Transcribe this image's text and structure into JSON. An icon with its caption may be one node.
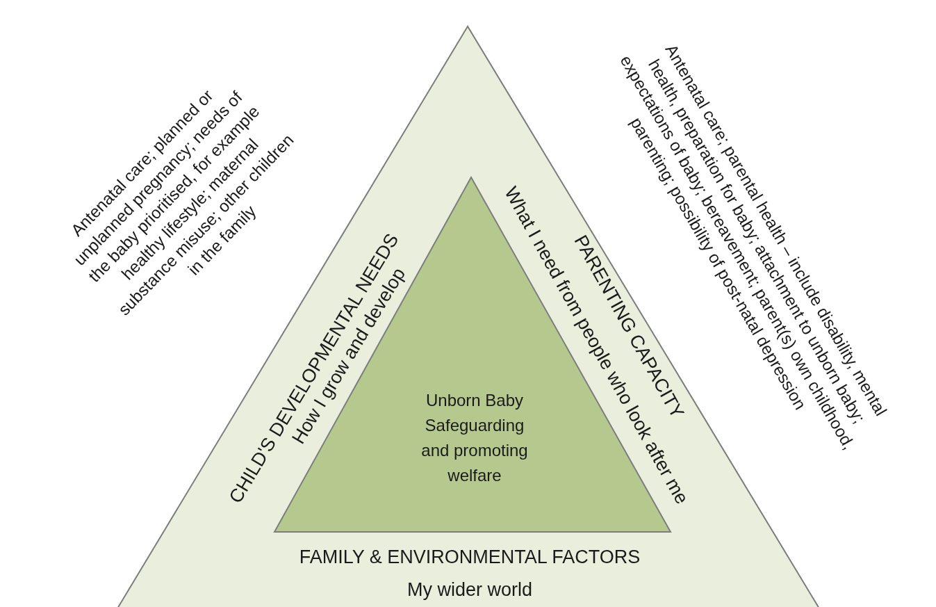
{
  "diagram": {
    "nodes": [
      {
        "text": [
          "CHILD'S DEVELOPMENTAL NEEDS",
          "How I grow and develop",
          "PARENTING CAPACITY",
          "What I need from people who look after me",
          "FAMILY & ENVIRONMENTAL FACTORS",
          "My wider world"
        ]
      },
      {
        "text": [
          "Unborn Baby Safeguarding and promoting welfare"
        ],
        "in": 0
      }
    ],
    "labels": [
      "Antenatal care; planned or unplanned pregnancy; needs of the baby prioritised, for example healthy lifestyle; maternal substance misuse; other children in the family",
      "Antenatal care; parental health – include disability, mental health, preparation for baby; attachment to unborn baby; expectations of baby; bereavement; parent(s) own childhood, parenting; possibility of post-natal depression"
    ]
  }
}
